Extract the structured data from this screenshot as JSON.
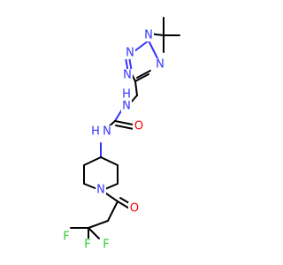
{
  "molecule": {
    "colors": {
      "carbon": "#000000",
      "nitrogen": "#3333ff",
      "oxygen": "#ff0000",
      "fluorine": "#33cc33"
    },
    "labels": {
      "tetrazole_n1": "N",
      "tetrazole_n2": "N",
      "tetrazole_n3": "N",
      "tetrazole_n4": "N",
      "urea_nh1_n": "N",
      "urea_nh1_h": "H",
      "urea_o": "O",
      "urea_nh2_n": "N",
      "urea_nh2_h": "H",
      "piperidine_n": "N",
      "acyl_o": "O",
      "f1": "F",
      "f2": "F",
      "f3": "F"
    }
  }
}
